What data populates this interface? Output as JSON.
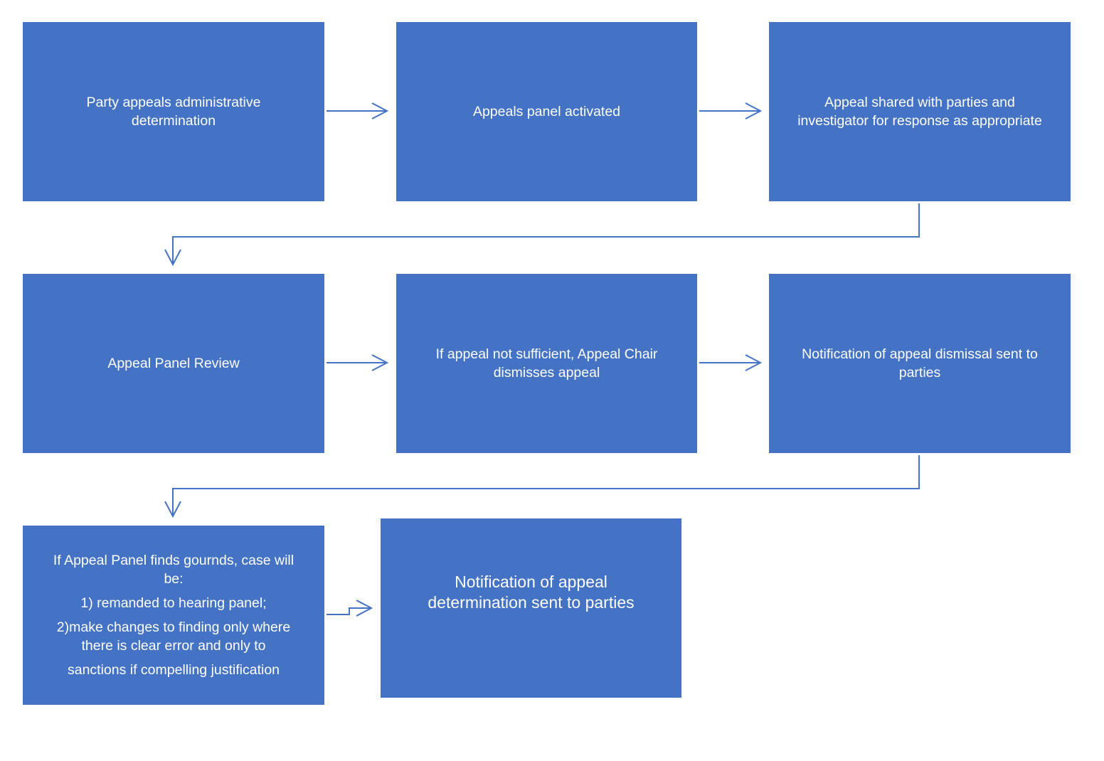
{
  "diagram": {
    "nodes": {
      "n1": {
        "lines": [
          "Party appeals administrative",
          "determination"
        ]
      },
      "n2": {
        "lines": [
          "Appeals panel activated"
        ]
      },
      "n3": {
        "lines": [
          "Appeal shared with parties and",
          "investigator for response as appropriate"
        ]
      },
      "n4": {
        "lines": [
          "Appeal Panel Review"
        ]
      },
      "n5": {
        "lines": [
          "If appeal not sufficient, Appeal Chair",
          "dismisses appeal"
        ]
      },
      "n6": {
        "lines": [
          "Notification of appeal dismissal sent to",
          "parties"
        ]
      },
      "n7": {
        "intro": [
          "If Appeal Panel finds gournds, case will",
          "be:"
        ],
        "item1": "1) remanded to hearing panel;",
        "item2": [
          "2)make changes to finding only where",
          "there is clear error and only to"
        ],
        "item3": "sanctions if compelling justification"
      },
      "n8": {
        "lines": [
          "Notification of appeal",
          "determination sent to parties"
        ]
      }
    },
    "colors": {
      "box_fill": "#4472C4",
      "connector": "#4472C4",
      "text": "#FFFFFF"
    }
  }
}
